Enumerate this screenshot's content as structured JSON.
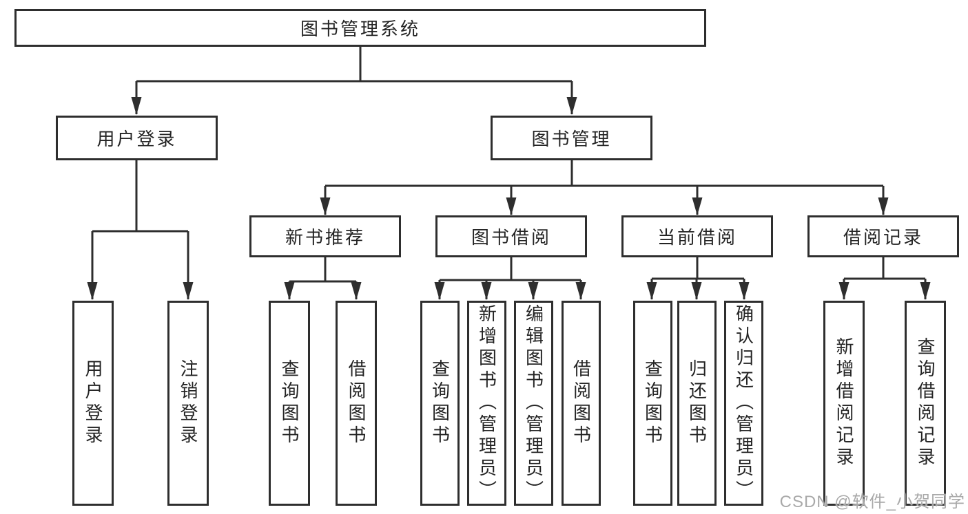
{
  "diagram": {
    "nodes": {
      "root": "图书管理系统",
      "user_login": "用户登录",
      "book_mgmt": "图书管理",
      "leaf_user_login": "用户登录",
      "leaf_logout": "注销登录",
      "new_book": "新书推荐",
      "book_borrow": "图书借阅",
      "current_borrow": "当前借阅",
      "borrow_record": "借阅记录",
      "nb_query": "查询图书",
      "nb_borrow": "借阅图书",
      "bb_query": "查询图书",
      "bb_add": "新增图书（管理员）",
      "bb_edit": "编辑图书（管理员）",
      "bb_borrow": "借阅图书",
      "cb_query": "查询图书",
      "cb_return": "归还图书",
      "cb_confirm": "确认归还（管理员）",
      "br_add": "新增借阅记录",
      "br_query": "查询借阅记录"
    },
    "hierarchy": {
      "图书管理系统": {
        "用户登录": [
          "用户登录",
          "注销登录"
        ],
        "图书管理": {
          "新书推荐": [
            "查询图书",
            "借阅图书"
          ],
          "图书借阅": [
            "查询图书",
            "新增图书（管理员）",
            "编辑图书（管理员）",
            "借阅图书"
          ],
          "当前借阅": [
            "查询图书",
            "归还图书",
            "确认归还（管理员）"
          ],
          "借阅记录": [
            "新增借阅记录",
            "查询借阅记录"
          ]
        }
      }
    },
    "colors": {
      "line": "#2e2e2e",
      "box_border": "#2e2e2e",
      "text": "#242424",
      "background": "#ffffff",
      "watermark": "#a9a9a9"
    }
  },
  "watermark": "CSDN @软件_小贺同学"
}
